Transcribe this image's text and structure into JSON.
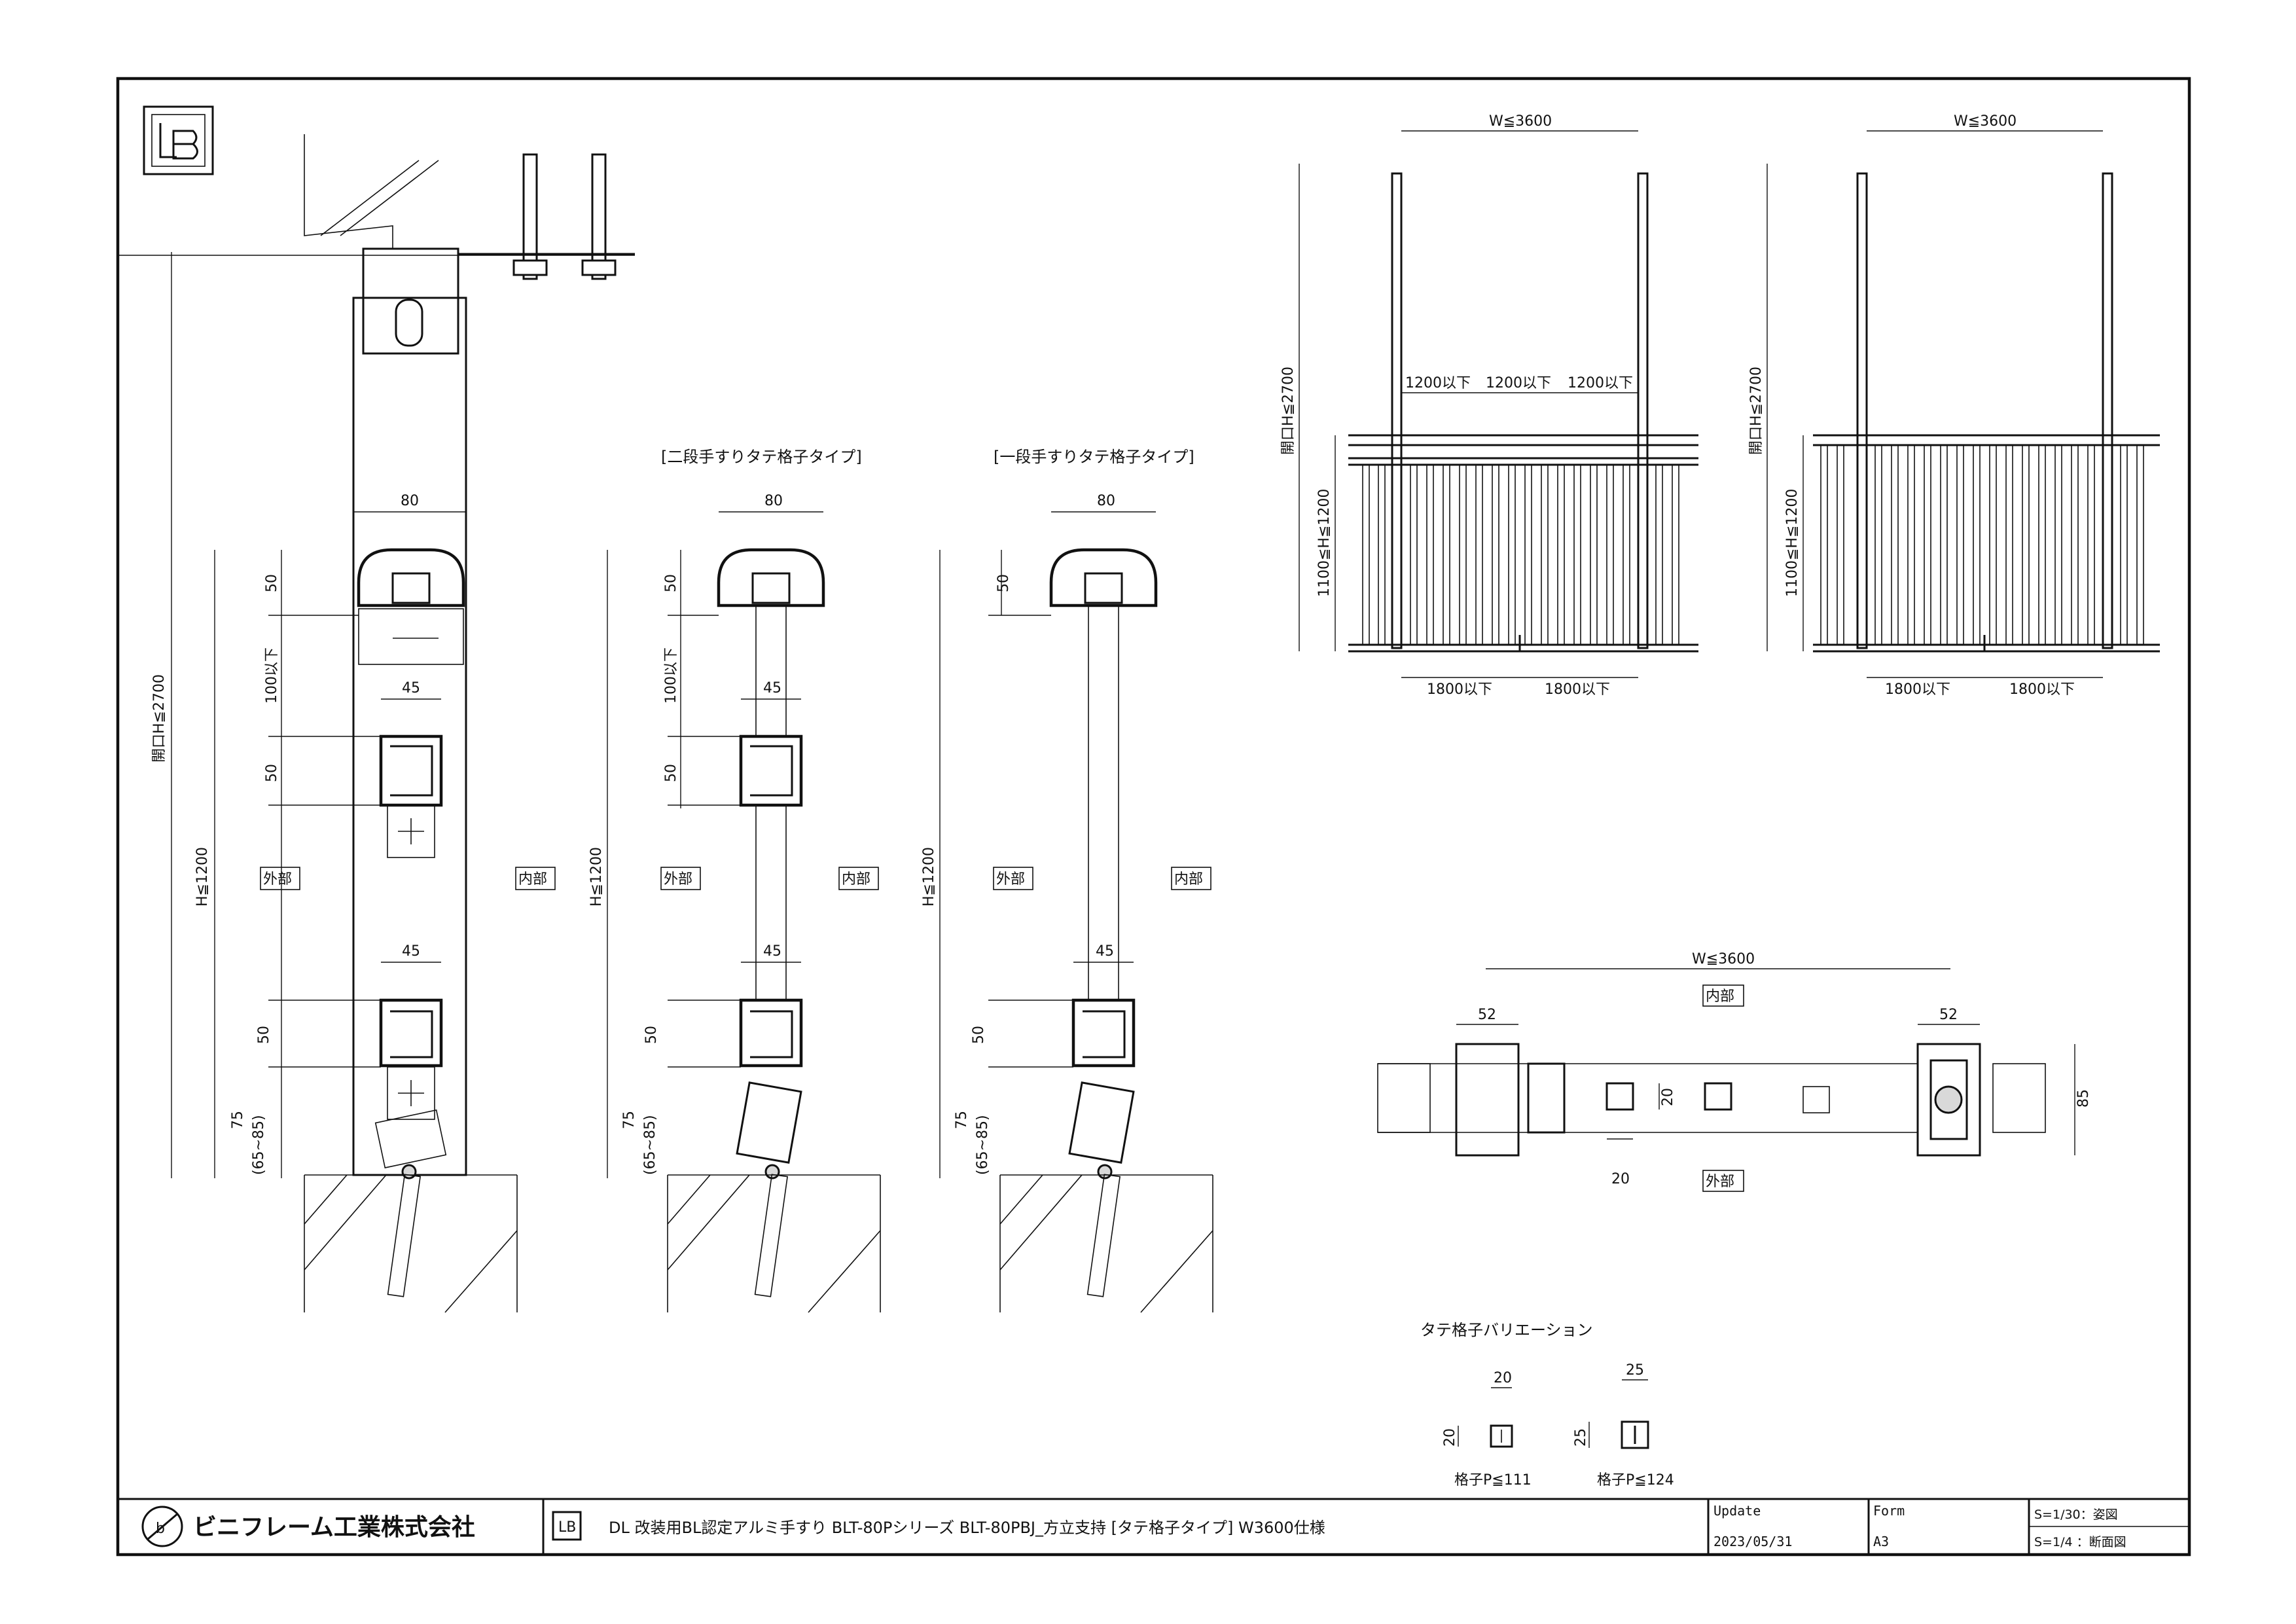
{
  "drawing": {
    "left_section": {
      "opening_h": "開口H≦2700",
      "height": "H≦1200",
      "width_top": "80",
      "dim_50_a": "50",
      "dim_100": "100以下",
      "width_mid": "45",
      "dim_50_b": "50",
      "width_low": "45",
      "dim_50_c": "50",
      "dim_75": "75",
      "dim_65_85": "(65~85)",
      "outside": "外部",
      "inside": "内部"
    },
    "two_stage": {
      "caption": "[二段手すりタテ格子タイプ]",
      "height": "H≦1200",
      "width_top": "80",
      "dim_50_a": "50",
      "dim_100": "100以下",
      "width_mid": "45",
      "dim_50_b": "50",
      "width_low": "45",
      "dim_50_c": "50",
      "dim_75": "75",
      "dim_65_85": "(65~85)",
      "outside": "外部",
      "inside": "内部"
    },
    "one_stage": {
      "caption": "[一段手すりタテ格子タイプ]",
      "height": "H≦1200",
      "width_top": "80",
      "dim_50_a": "50",
      "width_low": "45",
      "dim_50_c": "50",
      "dim_75": "75",
      "dim_65_85": "(65~85)",
      "outside": "外部",
      "inside": "内部"
    },
    "elevation_two": {
      "width": "W≦3600",
      "opening": "開口H≦2700",
      "height": "1100≦H≦1200",
      "p1": "1200以下",
      "p2": "1200以下",
      "p3": "1200以下",
      "s1": "1800以下",
      "s2": "1800以下"
    },
    "elevation_one": {
      "width": "W≦3600",
      "opening": "開口H≦2700",
      "height": "1100≦H≦1200",
      "s1": "1800以下",
      "s2": "1800以下"
    },
    "plan": {
      "width": "W≦3600",
      "inside": "内部",
      "outside": "外部",
      "d52_left": "52",
      "d52_right": "52",
      "d20_v": "20",
      "d20_h": "20",
      "d85": "85"
    },
    "variation": {
      "title": "タテ格子バリエーション",
      "a_w": "20",
      "a_h": "20",
      "a_pitch": "格子P≦111",
      "b_w": "25",
      "b_h": "25",
      "b_pitch": "格子P≦124"
    }
  },
  "title_block": {
    "company": "ビニフレーム工業株式会社",
    "title": "DL 改装用BL認定アルミ手すり BLT-80Pシリーズ BLT-80PBJ_方立支持 [タテ格子タイプ] W3600仕様",
    "update_label": "Update",
    "update_value": "2023/05/31",
    "form_label": "Form",
    "form_value": "A3",
    "scale1": "S=1/30：姿図",
    "scale2": "S=1/4 ：断面図"
  }
}
